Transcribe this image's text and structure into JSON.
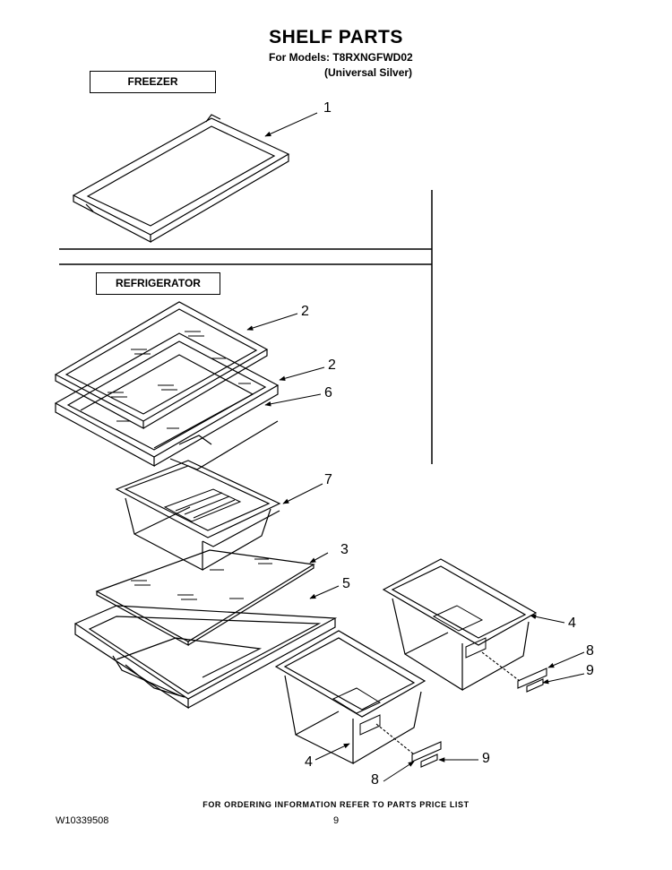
{
  "header": {
    "title": "SHELF PARTS",
    "models": "For Models: T8RXNGFWD02",
    "variant": "(Universal Silver)"
  },
  "sections": {
    "freezer": "FREEZER",
    "refrigerator": "REFRIGERATOR"
  },
  "callouts": [
    "1",
    "2",
    "2",
    "6",
    "7",
    "3",
    "5",
    "4",
    "8",
    "9",
    "4",
    "8",
    "9"
  ],
  "footer": {
    "note": "FOR ORDERING INFORMATION REFER TO PARTS PRICE LIST",
    "doc_number": "W10339508",
    "page": "9"
  }
}
